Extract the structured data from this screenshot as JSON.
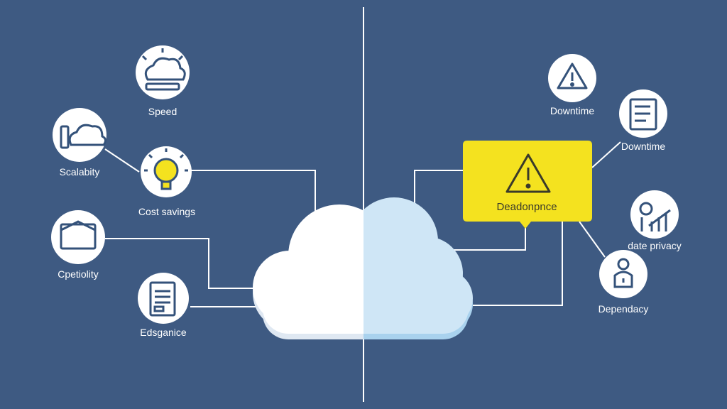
{
  "colors": {
    "background": "#3e5a82",
    "line": "#ffffff",
    "icon_circle": "#ffffff",
    "icon_stroke": "#34527a",
    "accent_yellow": "#f4e21f",
    "cloud_left": "#ffffff",
    "cloud_right": "#cfe6f6"
  },
  "left": {
    "items": [
      {
        "label": "Speed",
        "icon": "cloud-server-icon"
      },
      {
        "label": "Scalabity",
        "icon": "cloud-scale-icon"
      },
      {
        "label": "Cost savings",
        "icon": "lightbulb-icon"
      },
      {
        "label": "Cpetiolity",
        "icon": "folder-icon"
      },
      {
        "label": "Edsganice",
        "icon": "document-icon"
      }
    ]
  },
  "right": {
    "items": [
      {
        "label": "Downtime",
        "icon": "warning-icon"
      },
      {
        "label": "Downtime",
        "icon": "checklist-icon"
      },
      {
        "label": "date privacy",
        "icon": "privacy-chart-icon"
      },
      {
        "label": "Dependacy",
        "icon": "lock-person-icon"
      }
    ],
    "callout": {
      "label": "Deadonpnce",
      "icon": "warning-icon"
    }
  }
}
